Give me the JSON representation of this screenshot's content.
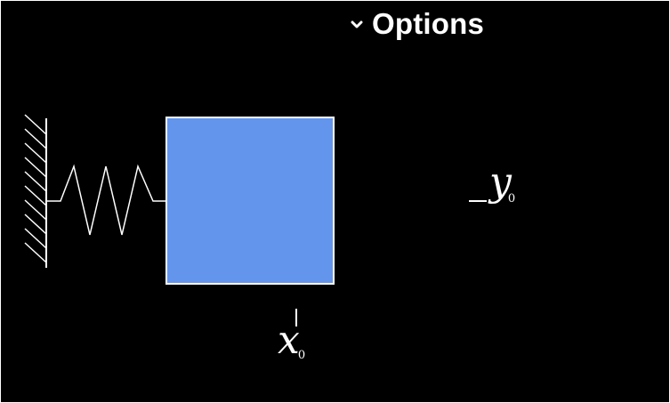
{
  "panel": {
    "options_label": "Options",
    "options_icon": "chevron-down-icon"
  },
  "diagram": {
    "mass_color": "#6495ED",
    "line_color": "#ffffff",
    "background": "#000000",
    "x_label": {
      "var": "x",
      "sub": "0"
    },
    "y_label": {
      "var": "y",
      "sub": "0"
    }
  }
}
